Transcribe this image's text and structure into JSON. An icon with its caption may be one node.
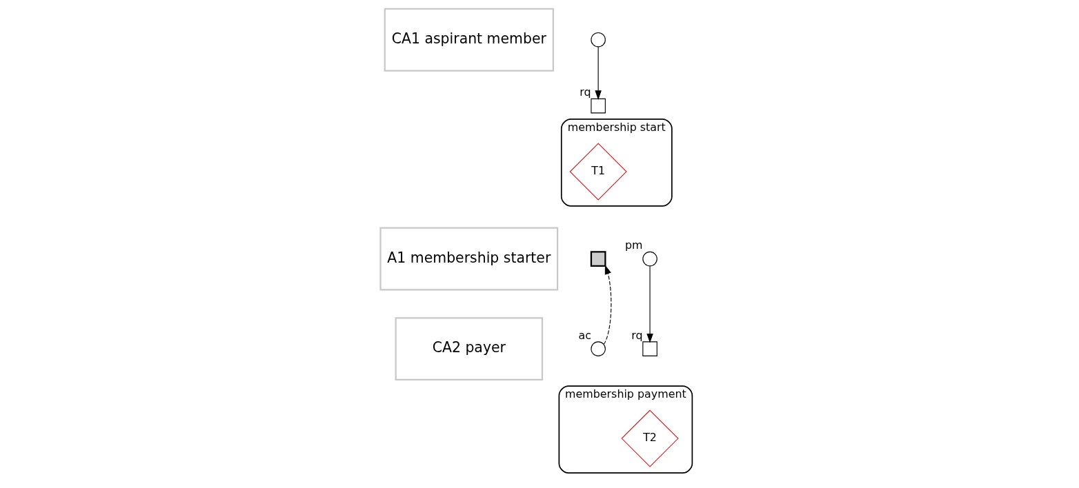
{
  "diagram": {
    "nodes": [
      {
        "text": [
          "CA1 aspirant member"
        ]
      },
      {
        "text": [
          "A1 membership starter"
        ]
      },
      {
        "text": [
          "CA2 payer"
        ]
      },
      {
        "text": [],
        "shape": "circle"
      },
      {
        "text": [
          "membership start"
        ]
      },
      {
        "text": [
          "T1"
        ],
        "in": 4
      },
      {
        "text": [],
        "shape": "box",
        "beside": [
          "rq"
        ]
      },
      {
        "text": [],
        "shape": "circle",
        "beside": [
          "pm"
        ]
      },
      {
        "text": [],
        "shape": "box"
      },
      {
        "text": [
          "membership payment"
        ]
      },
      {
        "text": [
          "T2"
        ],
        "in": 9
      },
      {
        "text": [],
        "shape": "box",
        "beside": [
          "rq"
        ]
      },
      {
        "text": [],
        "shape": "circle",
        "beside": [
          "ac"
        ]
      }
    ],
    "edges": [
      {
        "from": 3,
        "to": 6,
        "arrow": "to"
      },
      {
        "from": 7,
        "to": 11,
        "arrow": "to"
      },
      {
        "from": 12,
        "to": 8,
        "arrow": "to",
        "style": "dashed"
      }
    ]
  }
}
